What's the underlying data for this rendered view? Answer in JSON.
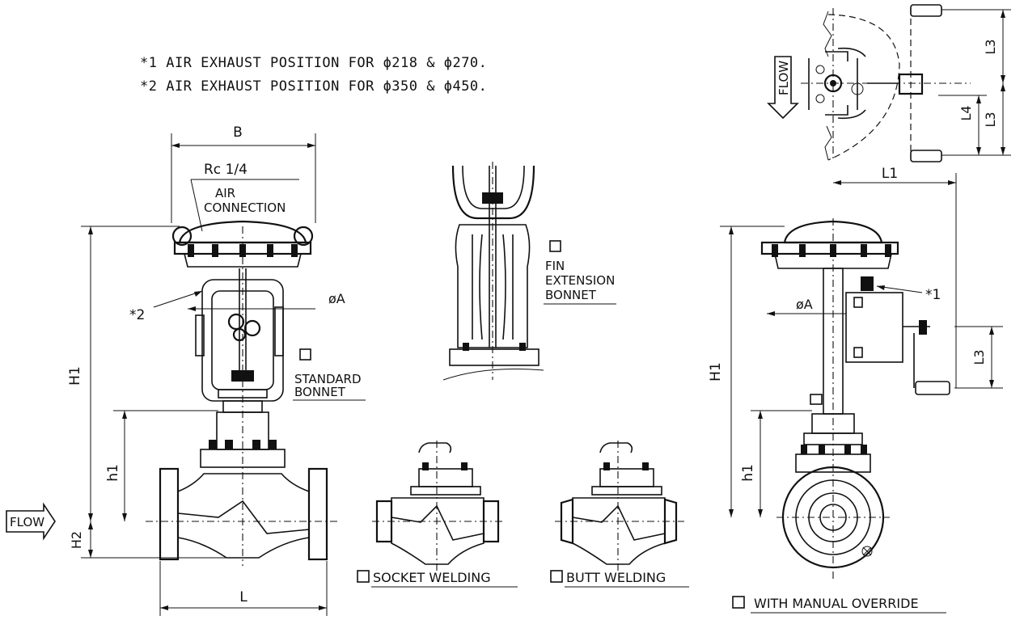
{
  "notes": {
    "note1": "*1 AIR EXHAUST POSITION FOR ϕ218 & ϕ270.",
    "note2": "*2 AIR EXHAUST POSITION FOR ϕ350 & ϕ450."
  },
  "dimensions": {
    "B": "B",
    "L": "L",
    "H1": "H1",
    "H2": "H2",
    "h1": "h1",
    "phiA": "øA",
    "L1": "L1",
    "L3": "L3",
    "L4": "L4"
  },
  "labels": {
    "rc": "Rc 1/4",
    "air": "AIR",
    "connection": "CONNECTION",
    "star1": "*1",
    "star2": "*2",
    "flow": "FLOW",
    "standard1": "STANDARD",
    "standard2": "BONNET",
    "fin1": "FIN",
    "fin2": "EXTENSION",
    "fin3": "BONNET",
    "socket": "SOCKET WELDING",
    "butt": "BUTT WELDING",
    "manual": "WITH MANUAL OVERRIDE"
  }
}
